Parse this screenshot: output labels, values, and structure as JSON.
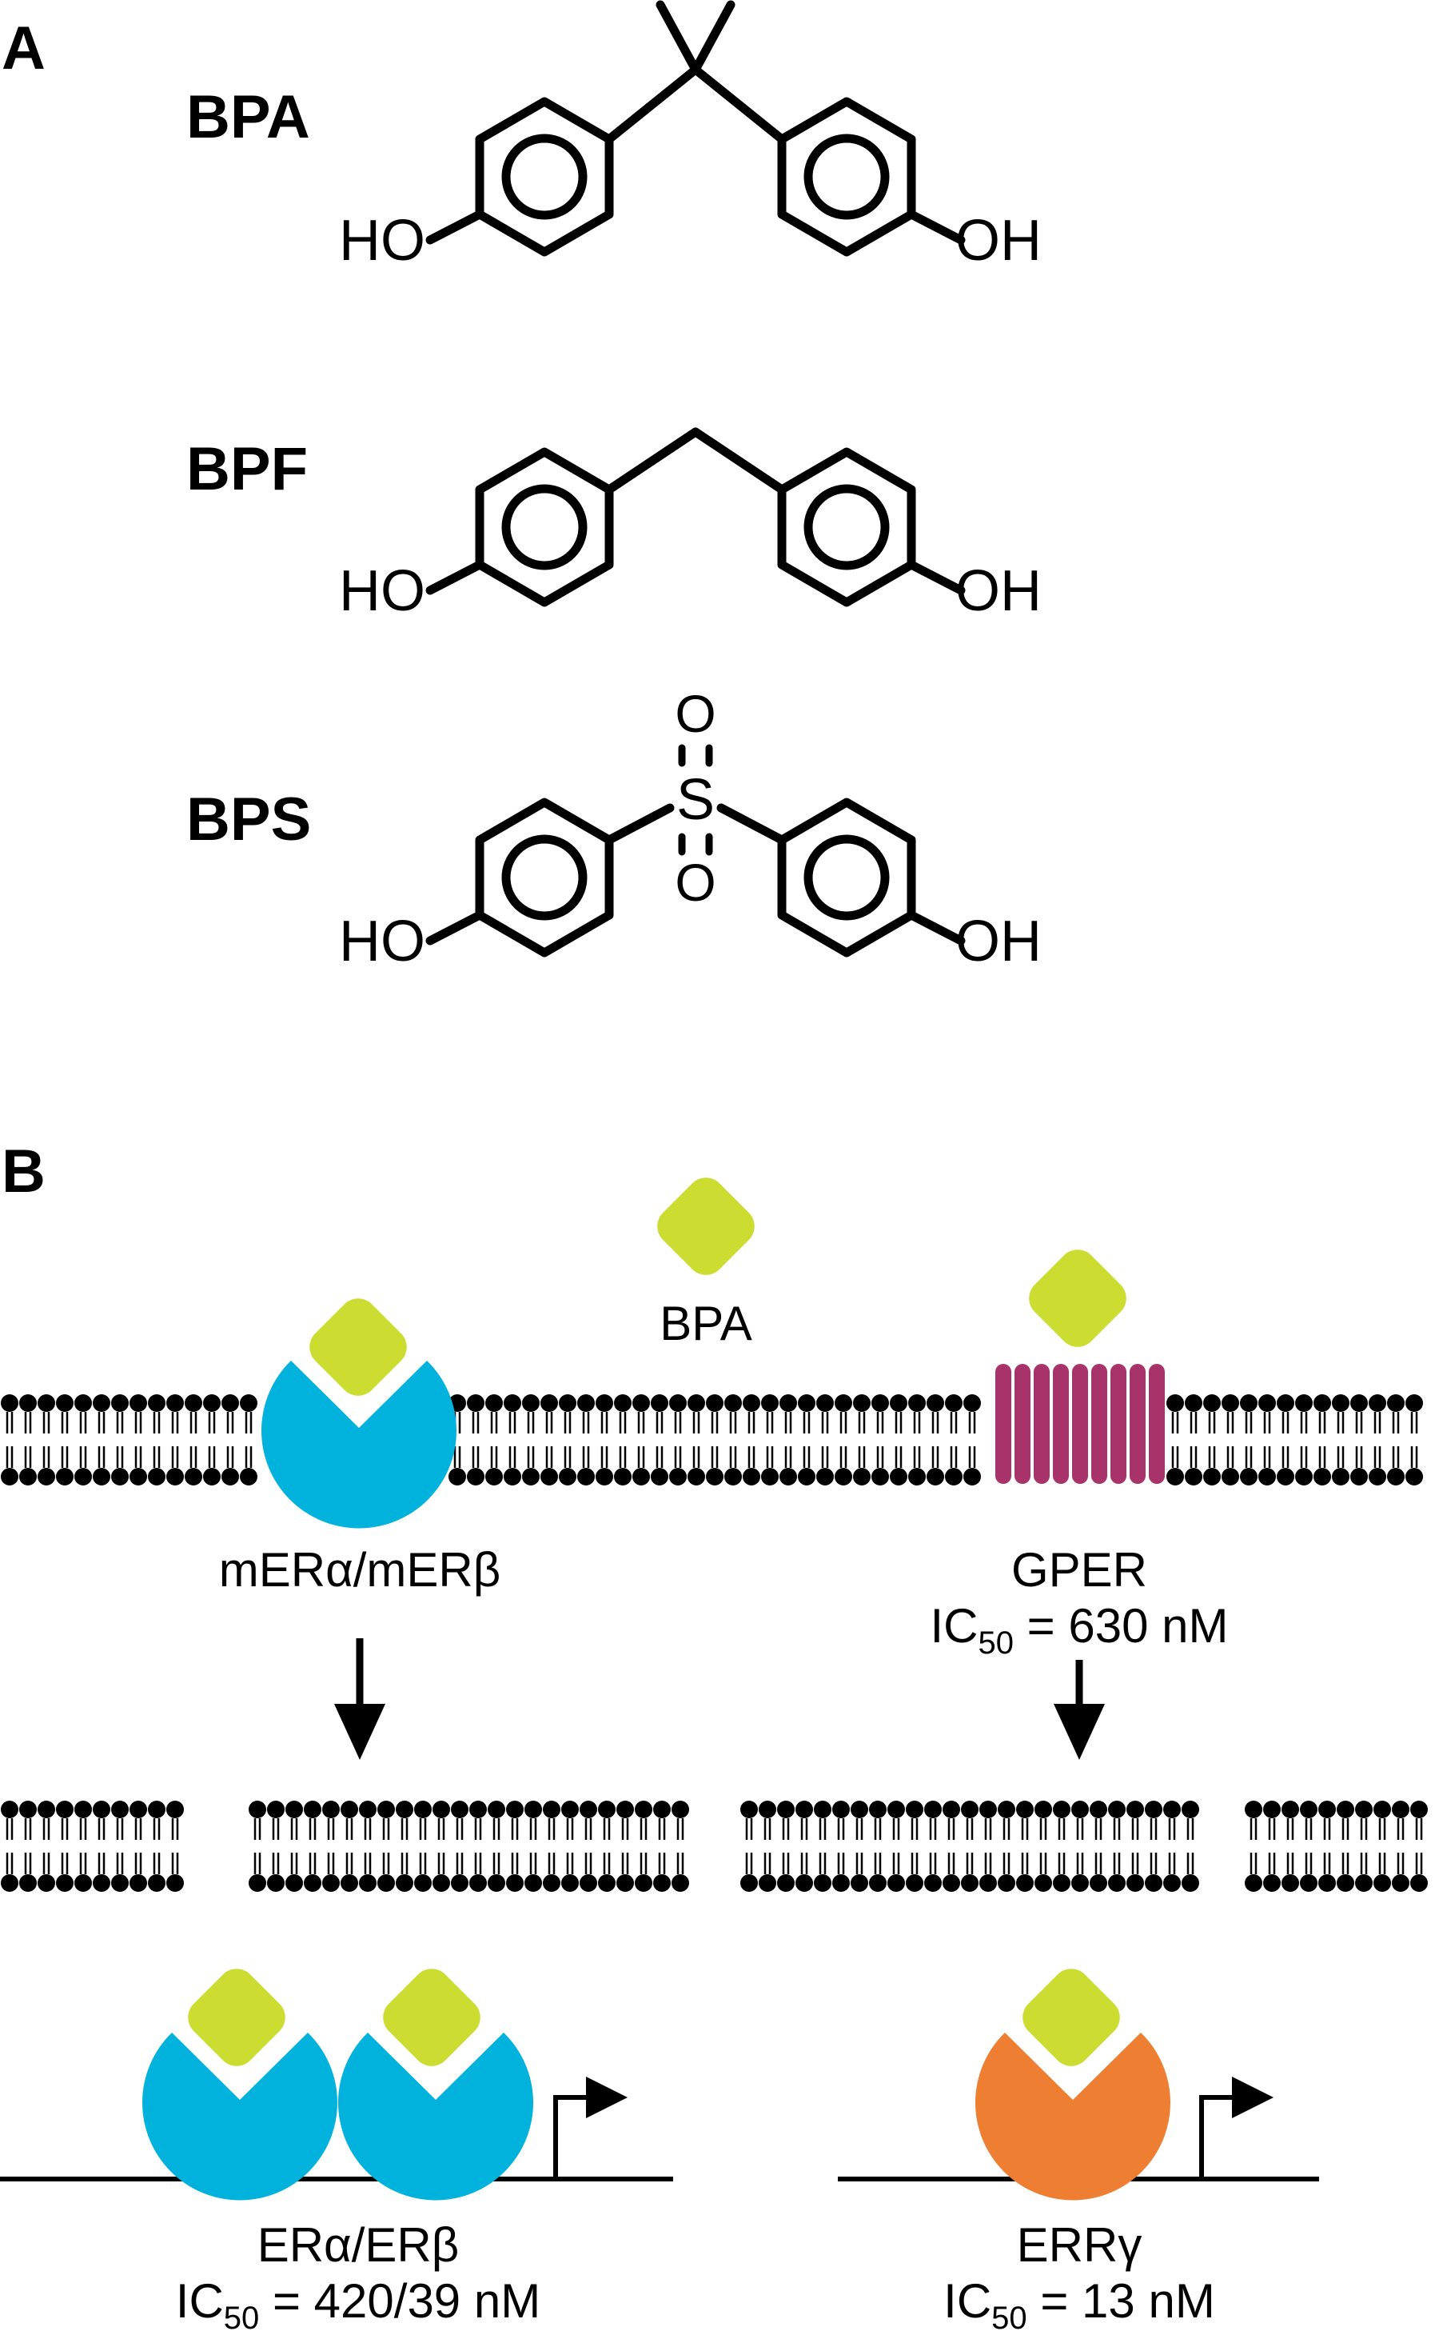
{
  "panel_a": {
    "letter": "A",
    "molecules": [
      {
        "name": "BPA",
        "left_group": "HO",
        "right_group": "OH",
        "bridge": "isopropylidene"
      },
      {
        "name": "BPF",
        "left_group": "HO",
        "right_group": "OH",
        "bridge": "methylene"
      },
      {
        "name": "BPS",
        "left_group": "HO",
        "right_group": "OH",
        "bridge": "sulfonyl",
        "bridge_atoms": {
          "top": "O",
          "center": "S",
          "bottom": "O"
        }
      }
    ]
  },
  "panel_b": {
    "letter": "B",
    "ligand_label": "BPA",
    "membrane_receptors": [
      {
        "name": "mERα/mERβ",
        "ic50_prefix": "",
        "ic50_sub": "",
        "ic50_value": ""
      },
      {
        "name": "GPER",
        "ic50_prefix": "IC",
        "ic50_sub": "50",
        "ic50_value": " = 630 nM"
      }
    ],
    "nuclear_receptors": [
      {
        "name": "ERα/ERβ",
        "ic50_prefix": "IC",
        "ic50_sub": "50",
        "ic50_value": " = 420/39 nM"
      },
      {
        "name": "ERRγ",
        "ic50_prefix": "IC",
        "ic50_sub": "50",
        "ic50_value": " = 13 nM"
      }
    ]
  },
  "colors": {
    "ligand": "#cddc31",
    "er_receptor": "#00b2dc",
    "gper": "#a8336a",
    "err": "#ee7f32",
    "ink": "#000000"
  }
}
